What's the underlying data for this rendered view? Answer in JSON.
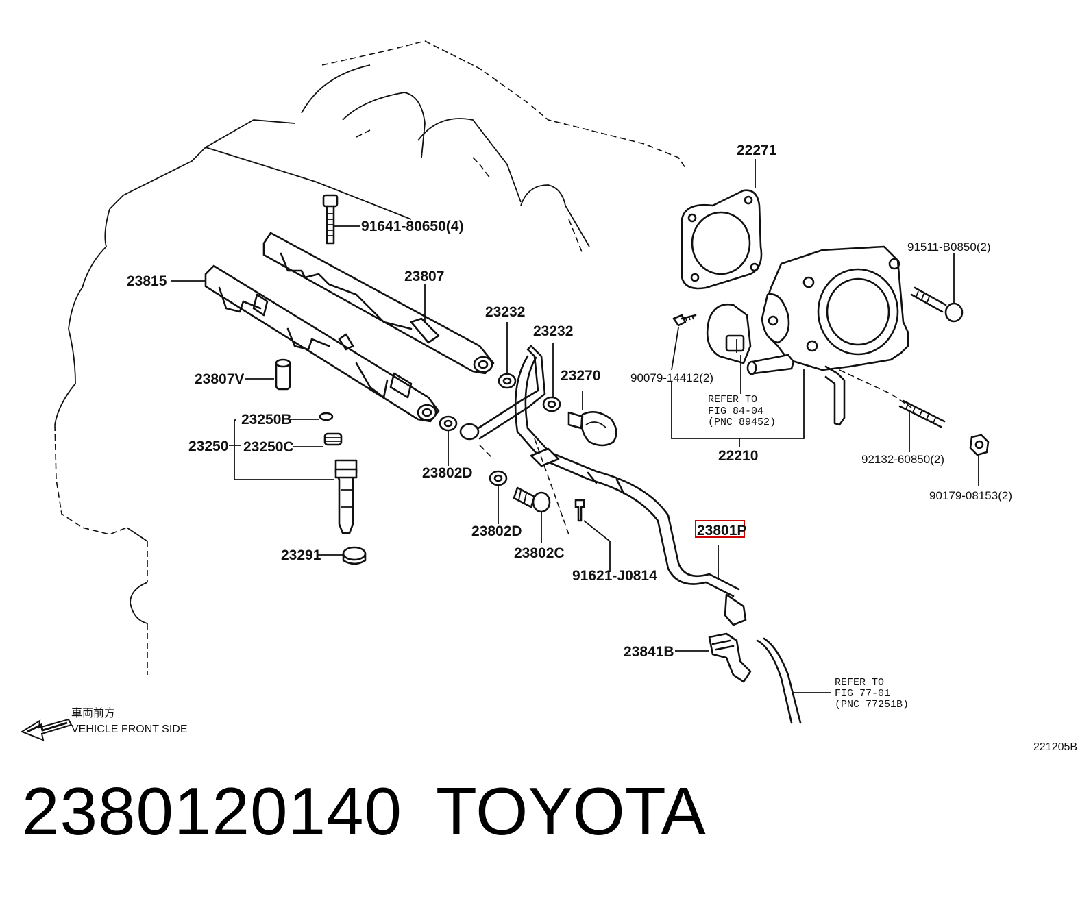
{
  "diagram": {
    "labels": {
      "bolt_top": "91641-80650(4)",
      "rail_left": "23815",
      "rail_right": "23807",
      "grommet_a": "23232",
      "grommet_b": "23232",
      "damper": "23270",
      "injector_valve": "23807V",
      "injector_assy": "23250",
      "oring": "23250B",
      "cushion": "23250C",
      "insulator": "23291",
      "gasket_d1": "23802D",
      "gasket_d2": "23802D",
      "union_bolt": "23802C",
      "clamp_bolt": "91621-J0814",
      "fuel_pipe": "23801P",
      "clip": "23841B",
      "gasket_tb": "22271",
      "throttle_body": "22210",
      "sensor_screw": "90079-14412(2)",
      "tb_bolt": "91511-B0850(2)",
      "stud": "92132-60850(2)",
      "nut": "90179-08153(2)"
    },
    "notes": {
      "refer_tb_1": "REFER TO",
      "refer_tb_2": "FIG 84-04",
      "refer_tb_3": "(PNC 89452)",
      "refer_hose_1": "REFER TO",
      "refer_hose_2": "FIG 77-01",
      "refer_hose_3": "(PNC 77251B)"
    },
    "direction_jp": "車両前方",
    "direction_en": "VEHICLE FRONT SIDE",
    "figure_code": "221205B",
    "highlight_color": "#cc0000"
  },
  "footer": {
    "part_number": "2380120140",
    "brand": "TOYOTA"
  }
}
